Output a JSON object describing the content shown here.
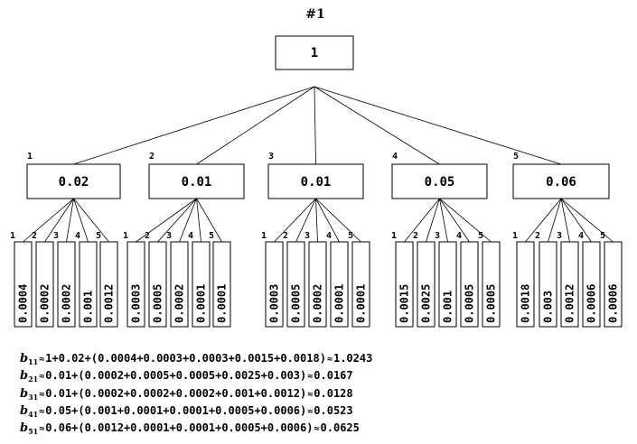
{
  "title": "#1",
  "root": {
    "value": "1"
  },
  "groups": [
    {
      "index": "1",
      "value": "0.02",
      "leaves": [
        {
          "index": "1",
          "value": "0.0004"
        },
        {
          "index": "2",
          "value": "0.0002"
        },
        {
          "index": "3",
          "value": "0.0002"
        },
        {
          "index": "4",
          "value": "0.001"
        },
        {
          "index": "5",
          "value": "0.0012"
        }
      ]
    },
    {
      "index": "2",
      "value": "0.01",
      "leaves": [
        {
          "index": "1",
          "value": "0.0003"
        },
        {
          "index": "2",
          "value": "0.0005"
        },
        {
          "index": "3",
          "value": "0.0002"
        },
        {
          "index": "4",
          "value": "0.0001"
        },
        {
          "index": "5",
          "value": "0.0001"
        }
      ]
    },
    {
      "index": "3",
      "value": "0.01",
      "leaves": [
        {
          "index": "1",
          "value": "0.0003"
        },
        {
          "index": "2",
          "value": "0.0005"
        },
        {
          "index": "3",
          "value": "0.0002"
        },
        {
          "index": "4",
          "value": "0.0001"
        },
        {
          "index": "5",
          "value": "0.0001"
        }
      ]
    },
    {
      "index": "4",
      "value": "0.05",
      "leaves": [
        {
          "index": "1",
          "value": "0.0015"
        },
        {
          "index": "2",
          "value": "0.0025"
        },
        {
          "index": "3",
          "value": "0.001"
        },
        {
          "index": "4",
          "value": "0.0005"
        },
        {
          "index": "5",
          "value": "0.0005"
        }
      ]
    },
    {
      "index": "5",
      "value": "0.06",
      "leaves": [
        {
          "index": "1",
          "value": "0.0018"
        },
        {
          "index": "2",
          "value": "0.003"
        },
        {
          "index": "3",
          "value": "0.0012"
        },
        {
          "index": "4",
          "value": "0.0006"
        },
        {
          "index": "5",
          "value": "0.0006"
        }
      ]
    }
  ],
  "formulas": [
    {
      "var": "b",
      "sub": "11",
      "approx": "≈",
      "expr": "1+0.02+(0.0004+0.0003+0.0003+0.0015+0.0018)",
      "result": "1.0243"
    },
    {
      "var": "b",
      "sub": "21",
      "approx": "≈",
      "expr": "0.01+(0.0002+0.0005+0.0005+0.0025+0.003)",
      "result": "0.0167"
    },
    {
      "var": "b",
      "sub": "31",
      "approx": "≈",
      "expr": "0.01+(0.0002+0.0002+0.0002+0.001+0.0012)",
      "result": "0.0128"
    },
    {
      "var": "b",
      "sub": "41",
      "approx": "≈",
      "expr": "0.05+(0.001+0.0001+0.0001+0.0005+0.0006)",
      "result": "0.0523"
    },
    {
      "var": "b",
      "sub": "51",
      "approx": "≈",
      "expr": "0.06+(0.0012+0.0001+0.0001+0.0005+0.0006)",
      "result": "0.0625"
    }
  ]
}
